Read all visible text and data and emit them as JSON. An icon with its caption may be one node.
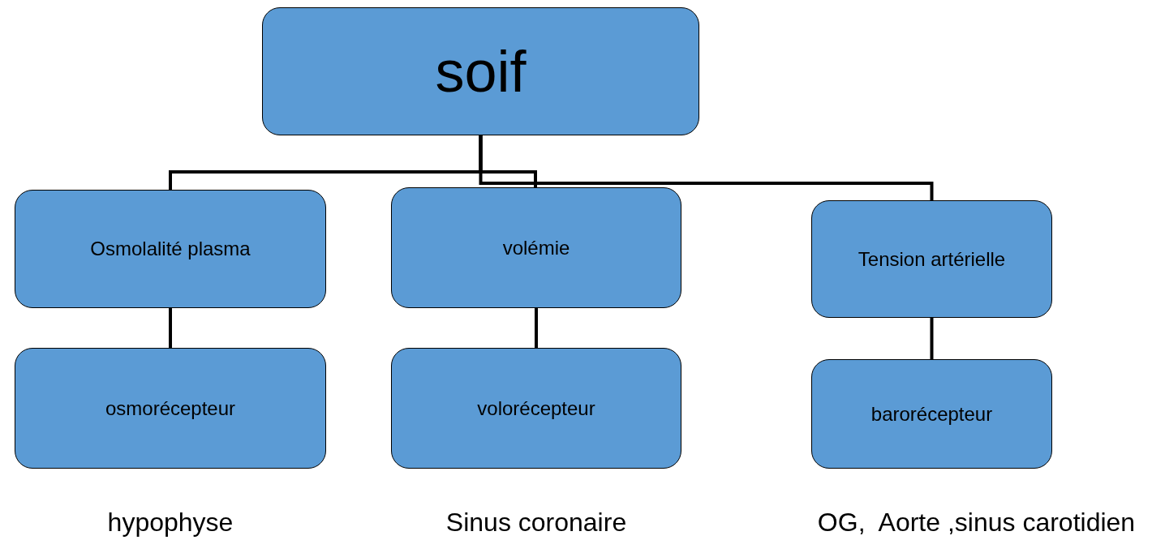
{
  "diagram": {
    "nodes": [
      {
        "text": [
          "soif"
        ]
      },
      {
        "text": [
          "Osmolalité plasma"
        ]
      },
      {
        "text": [
          "volémie"
        ]
      },
      {
        "text": [
          "Tension artérielle"
        ]
      },
      {
        "text": [
          "osmorécepteur"
        ],
        "beside": [
          "hypophyse"
        ]
      },
      {
        "text": [
          "volorécepteur"
        ],
        "beside": [
          "Sinus coronaire"
        ]
      },
      {
        "text": [
          "barorécepteur"
        ],
        "beside": [
          "OG,  Aorte ,sinus carotidien"
        ]
      }
    ],
    "edges": [
      {
        "from": 0,
        "to": 1,
        "arrow": "none"
      },
      {
        "from": 0,
        "to": 2,
        "arrow": "none"
      },
      {
        "from": 0,
        "to": 3,
        "arrow": "none"
      },
      {
        "from": 1,
        "to": 4,
        "arrow": "none"
      },
      {
        "from": 2,
        "to": 5,
        "arrow": "none"
      },
      {
        "from": 3,
        "to": 6,
        "arrow": "none"
      }
    ]
  }
}
